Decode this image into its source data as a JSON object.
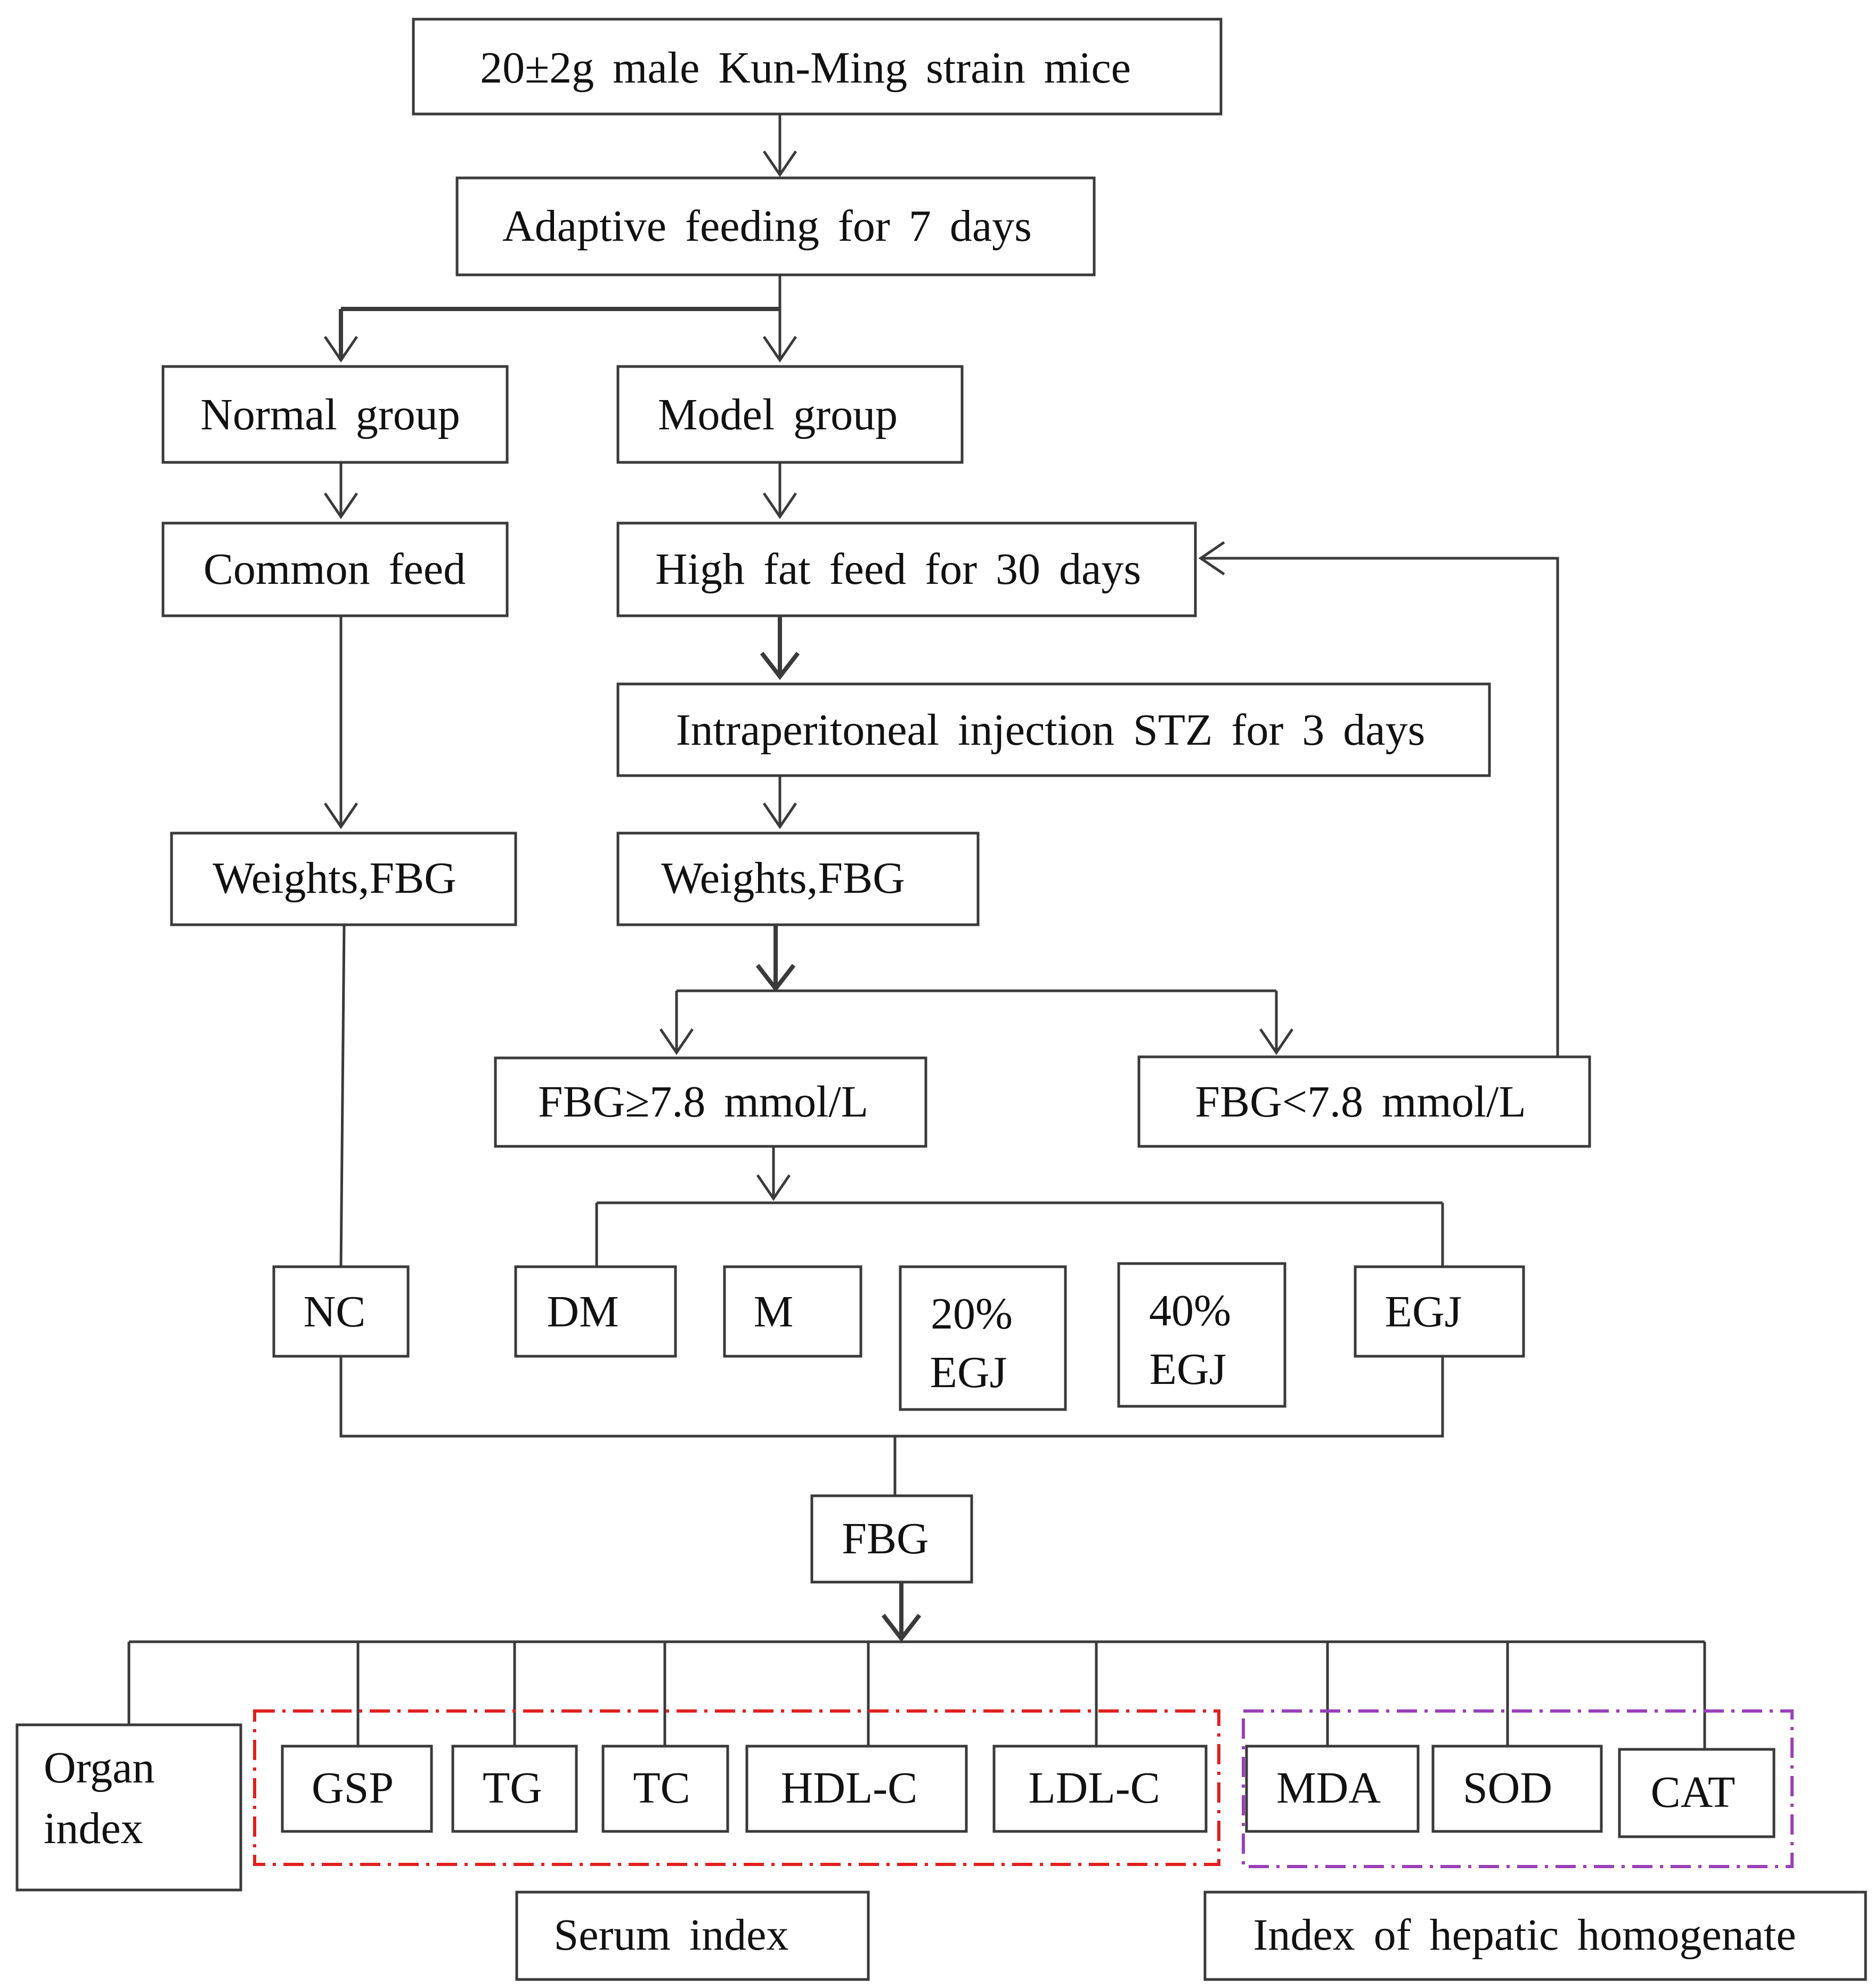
{
  "nodes": {
    "mice": "20±2g male Kun-Ming strain mice",
    "adaptive": "Adaptive feeding for 7 days",
    "normal": "Normal group",
    "model": "Model group",
    "common_feed": "Common feed",
    "high_fat": "High fat feed for 30 days",
    "stz": "Intraperitoneal injection STZ for 3 days",
    "weights_left": "Weights,FBG",
    "weights_right": "Weights,FBG",
    "fbg_high": "FBG≥7.8 mmol/L",
    "fbg_low": "FBG<7.8 mmol/L",
    "nc": "NC",
    "dm": "DM",
    "m": "M",
    "egj20_line1": "20%",
    "egj20_line2": "EGJ",
    "egj40_line1": "40%",
    "egj40_line2": "EGJ",
    "egj": "EGJ",
    "fbg": "FBG",
    "organ_line1": "Organ",
    "organ_line2": "index",
    "gsp": "GSP",
    "tg": "TG",
    "tc": "TC",
    "hdl": "HDL-C",
    "ldl": "LDL-C",
    "mda": "MDA",
    "sod": "SOD",
    "cat": "CAT",
    "serum_index": "Serum index",
    "hepatic_index": "Index of hepatic homogenate"
  },
  "colors": {
    "serum_group_border": "#e02020",
    "hepatic_group_border": "#9b3fb8"
  }
}
